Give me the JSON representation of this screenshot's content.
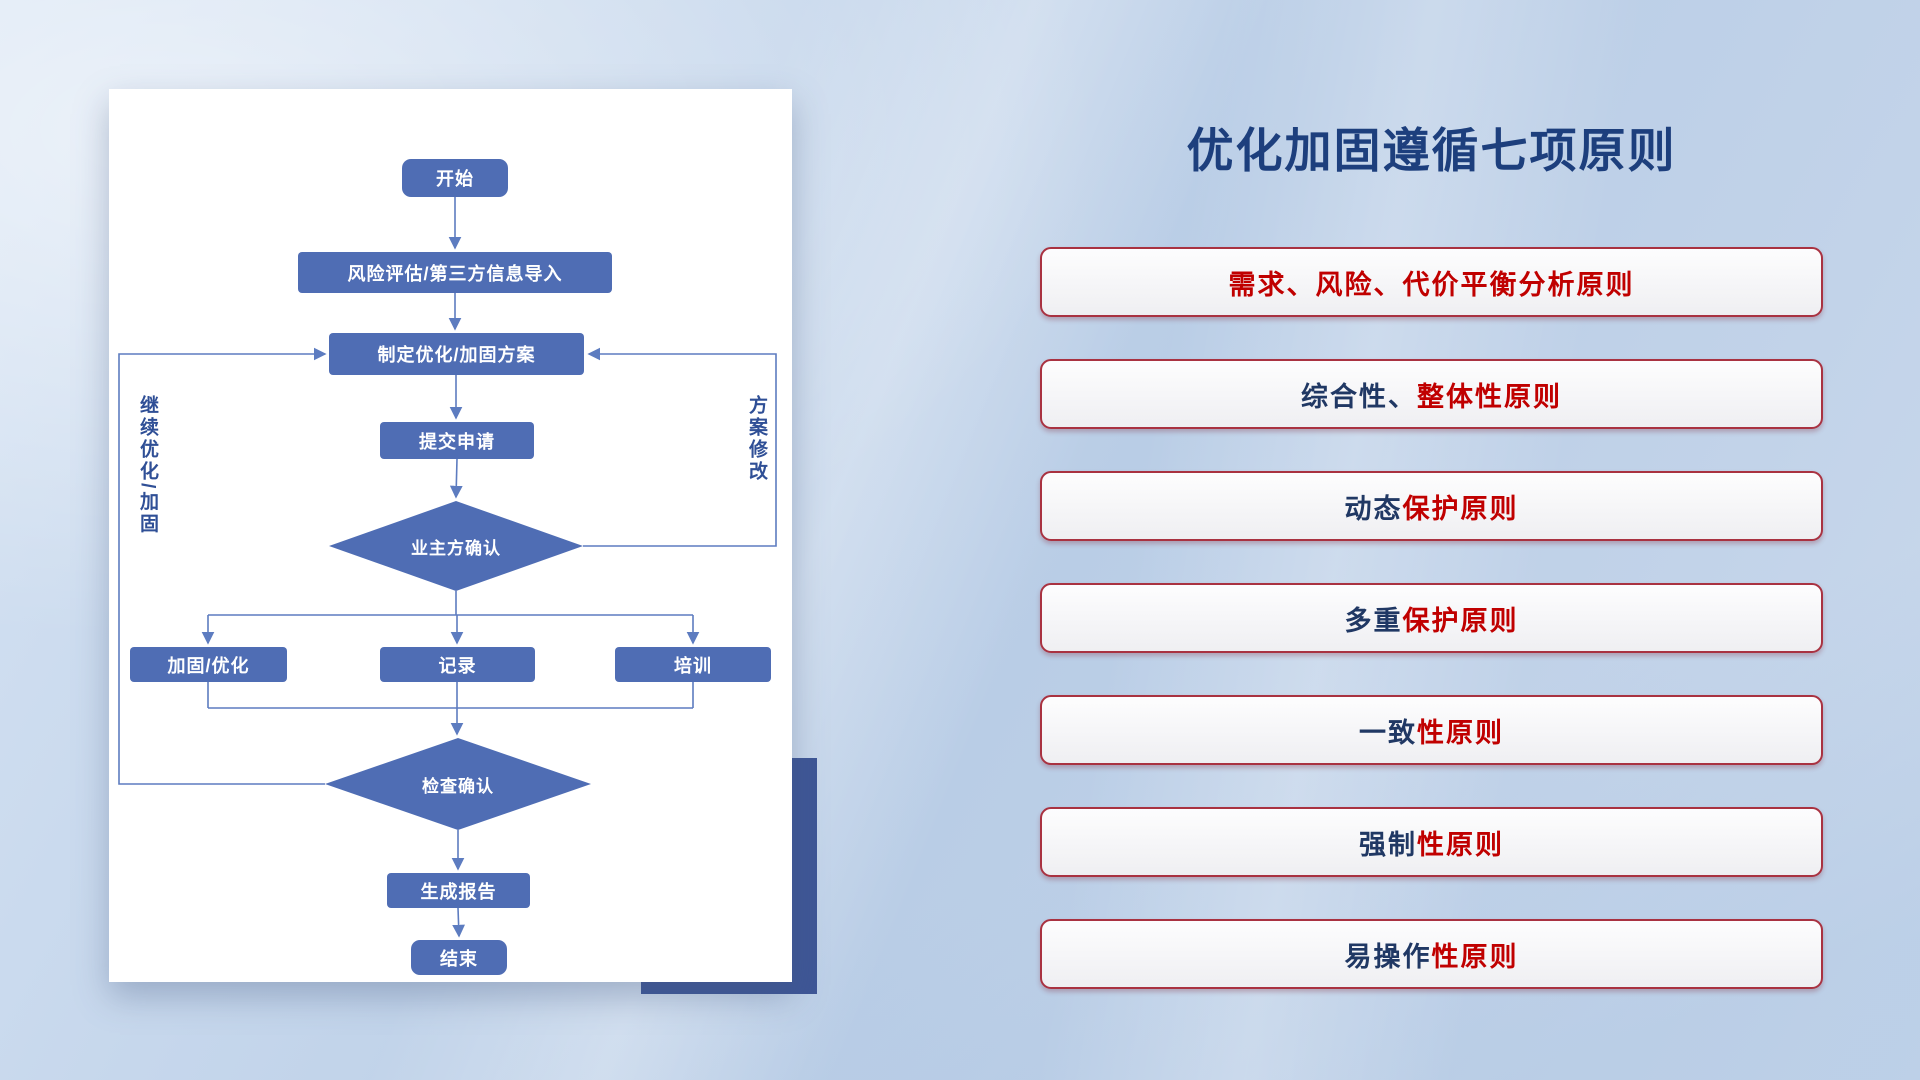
{
  "slide": {
    "title": "优化加固遵循七项原则"
  },
  "flowchart": {
    "nodes": {
      "start": "开始",
      "risk": "风险评估/第三方信息导入",
      "plan": "制定优化/加固方案",
      "submit": "提交申请",
      "owner_confirm": "业主方确认",
      "reinforce": "加固/优化",
      "record": "记录",
      "training": "培训",
      "check_confirm": "检查确认",
      "report": "生成报告",
      "end": "结束"
    },
    "labels": {
      "left_loop": "继续优化/加固",
      "right_loop": "方案修改"
    }
  },
  "principles": {
    "items": [
      {
        "part1": "",
        "part2": "需求、风险、代价平衡分析原则"
      },
      {
        "part1": "综合性、",
        "part2": "整体性原则"
      },
      {
        "part1": "动态",
        "part2": "保护原则"
      },
      {
        "part1": "多重",
        "part2": "保护原则"
      },
      {
        "part1": "一致",
        "part2": "性原则"
      },
      {
        "part1": "强制",
        "part2": "性原则"
      },
      {
        "part1": "易操作",
        "part2": "性原则"
      }
    ]
  },
  "colors": {
    "title_navy": "#1d3f7d",
    "principle_red": "#c00000",
    "principle_navy": "#203864",
    "principle_border": "#a93241",
    "flow_blue": "#4f6db4",
    "connector_blue": "#5d7cc0",
    "accent_navy": "#3e5696"
  }
}
